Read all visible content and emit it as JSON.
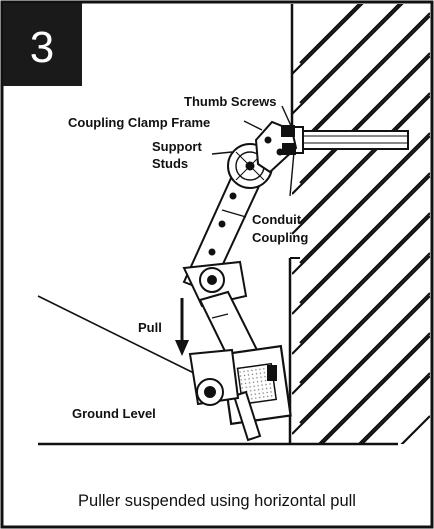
{
  "panel": {
    "step_number": "3",
    "caption": "Puller suspended using horizontal pull"
  },
  "labels": {
    "thumb_screws": "Thumb Screws",
    "coupling_clamp_frame": "Coupling Clamp Frame",
    "support_studs_line1": "Support",
    "support_studs_line2": "Studs",
    "conduit_coupling_line1": "Conduit",
    "conduit_coupling_line2": "Coupling",
    "pull": "Pull",
    "ground_level": "Ground Level"
  },
  "colors": {
    "ink": "#111111",
    "badge": "#1a1a1a",
    "background": "#ffffff"
  }
}
